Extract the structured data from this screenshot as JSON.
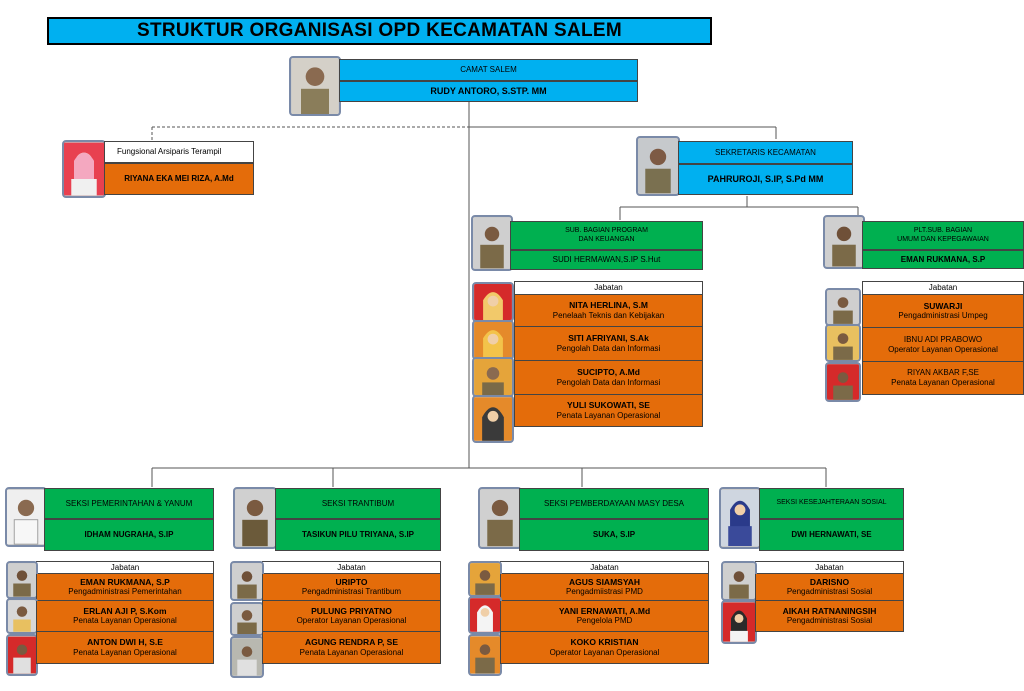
{
  "title": "STRUKTUR ORGANISASI OPD KECAMATAN SALEM",
  "colors": {
    "header_blue": "#00b0f0",
    "unit_green": "#00b050",
    "staff_orange": "#e46c0a"
  },
  "camat": {
    "position": "CAMAT SALEM",
    "name": "RUDY ANTORO, S.STP. MM"
  },
  "fungsional": {
    "position": "Fungsional Arsiparis Terampil",
    "name": "RIYANA EKA MEI RIZA, A.Md"
  },
  "sekcam": {
    "position": "SEKRETARIS KECAMATAN",
    "name": "PAHRUROJI, S.IP, S.Pd MM"
  },
  "subbag_program": {
    "position_line1": "SUB. BAGIAN PROGRAM",
    "position_line2": "DAN KEUANGAN",
    "name": "SUDI HERMAWAN,S.IP S.Hut",
    "jabatan_label": "Jabatan",
    "staff": [
      {
        "name": "NITA HERLINA, S.M",
        "role": "Penelaah Teknis dan Kebijakan"
      },
      {
        "name": "SITI AFRIYANI, S.Ak",
        "role": "Pengolah Data  dan Informasi"
      },
      {
        "name": "SUCIPTO, A.Md",
        "role": "Pengolah Data  dan Informasi"
      },
      {
        "name": "YULI SUKOWATI, SE",
        "role": "Penata Layanan Operasional"
      }
    ]
  },
  "subbag_umum": {
    "position_line1": "PLT.SUB. BAGIAN",
    "position_line2": "UMUM DAN KEPEGAWAIAN",
    "name": "EMAN RUKMANA, S.P",
    "jabatan_label": "Jabatan",
    "staff": [
      {
        "name": "SUWARJI",
        "role": "Pengadministrasi Umpeg"
      },
      {
        "name": "IBNU ADI PRABOWO",
        "role": "Operator Layanan Operasional"
      },
      {
        "name": "RIYAN AKBAR F,SE",
        "role": "Penata Layanan Operasional"
      }
    ]
  },
  "seksi_pemerintahan": {
    "position": "SEKSI PEMERINTAHAN & YANUM",
    "name": "IDHAM NUGRAHA, S.IP",
    "jabatan_label": "Jabatan",
    "staff": [
      {
        "name": "EMAN RUKMANA, S.P",
        "role": "Pengadministrasi Pemerintahan"
      },
      {
        "name": "ERLAN AJI P, S.Kom",
        "role": "Penata Layanan Operasional"
      },
      {
        "name": "ANTON DWI H, S.E",
        "role": "Penata Layanan Operasional"
      }
    ]
  },
  "seksi_trantibum": {
    "position": "SEKSI  TRANTIBUM",
    "name": "TASIKUN PILU TRIYANA, S.IP",
    "jabatan_label": "Jabatan",
    "staff": [
      {
        "name": "URIPTO",
        "role": "Pengadministrasi Trantibum"
      },
      {
        "name": "PULUNG PRIYATNO",
        "role": "Operator Layanan Operasional"
      },
      {
        "name": "AGUNG RENDRA P, SE",
        "role": "Penata Layanan Operasional"
      }
    ]
  },
  "seksi_pemberdayaan": {
    "position": "SEKSI PEMBERDAYAAN MASY DESA",
    "name": "SUKA, S.IP",
    "jabatan_label": "Jabatan",
    "staff": [
      {
        "name": "AGUS SIAMSYAH",
        "role": "Pengadmiistrasi PMD"
      },
      {
        "name": "YANI ERNAWATI, A.Md",
        "role": "Pengelola PMD"
      },
      {
        "name": "KOKO KRISTIAN",
        "role": "Operator Layanan Operasional"
      }
    ]
  },
  "seksi_kesejahteraan": {
    "position": "SEKSI KESEJAHTERAAN SOSIAL",
    "name": "DWI HERNAWATI, SE",
    "jabatan_label": "Jabatan",
    "staff": [
      {
        "name": "DARISNO",
        "role": "Pengadministrasi Sosial"
      },
      {
        "name": "AIKAH RATNANINGSIH",
        "role": "Pengadministrasi Sosial"
      }
    ]
  }
}
